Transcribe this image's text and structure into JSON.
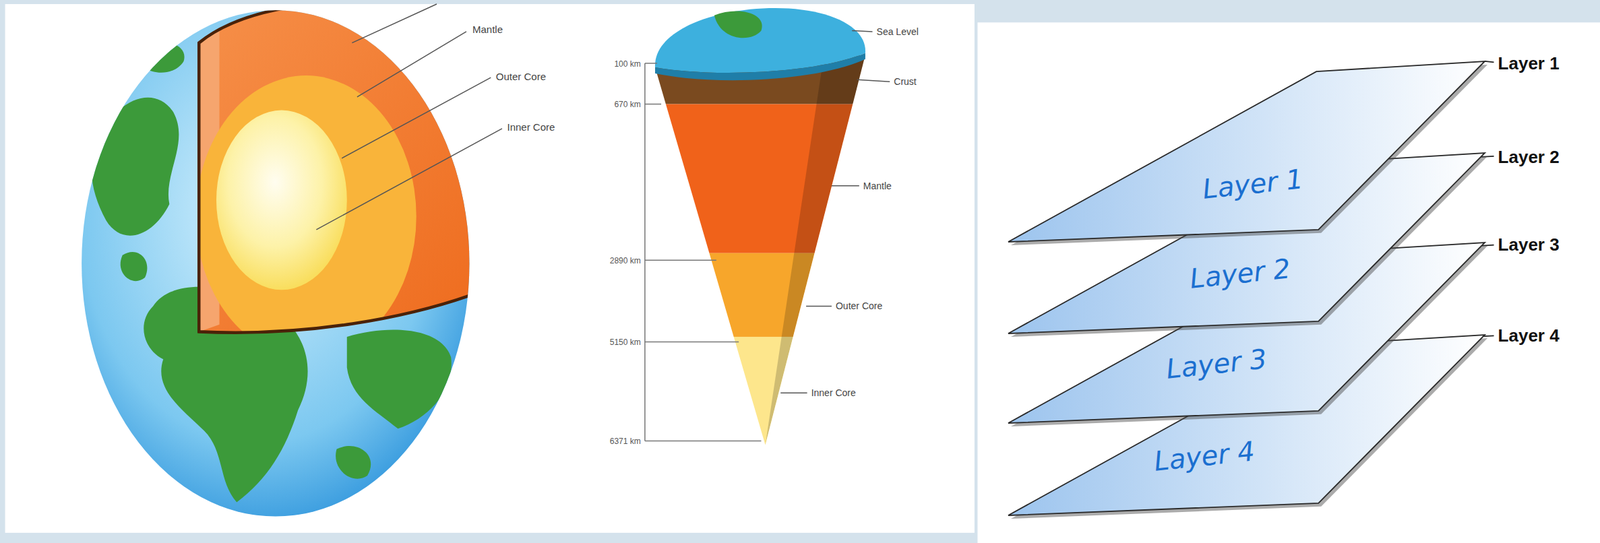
{
  "diagram": {
    "nodes": [
      {
        "text": [
          "Layer 1"
        ]
      },
      {
        "text": [
          "Layer 2"
        ]
      },
      {
        "text": [
          "Layer 3"
        ]
      },
      {
        "text": [
          "Layer 4"
        ]
      }
    ],
    "labels": [
      "Mantle",
      "Outer Core",
      "Inner Core",
      "Sea Level",
      "Crust",
      "Mantle",
      "Outer Core",
      "Inner Core",
      "100 km",
      "670 km",
      "2890 km",
      "5150 km",
      "6371 km",
      "Layer 1",
      "Layer 2",
      "Layer 3",
      "Layer 4"
    ]
  }
}
